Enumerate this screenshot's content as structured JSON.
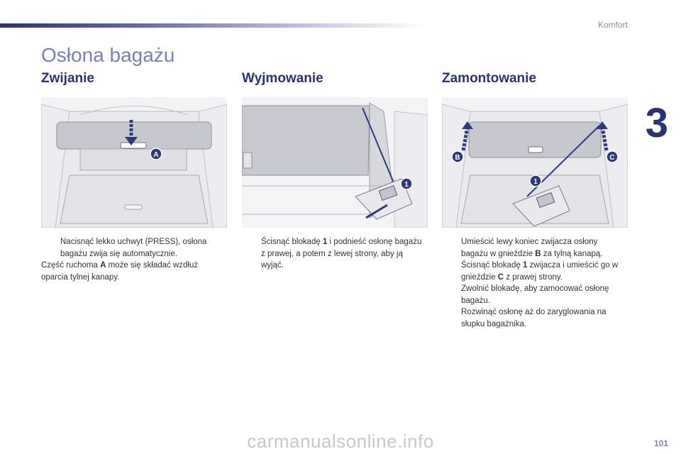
{
  "header": {
    "section": "Komfort",
    "chapter": "3"
  },
  "page": {
    "title": "Osłona bagażu",
    "number": "101"
  },
  "columns": [
    {
      "title": "Zwijanie",
      "callouts": [
        "A"
      ],
      "items": [
        {
          "type": "bullet",
          "text": "Nacisnąć lekko uchwyt (PRESS), osłona bagażu zwija się automatycznie."
        },
        {
          "type": "plain",
          "before": "Część ruchoma ",
          "key": "A",
          "after": " może się składać wzdłuż oparcia tylnej kanapy."
        }
      ]
    },
    {
      "title": "Wyjmowanie",
      "callouts": [
        "1"
      ],
      "items": [
        {
          "type": "bullet",
          "before": "Ścisnąć blokadę ",
          "key": "1",
          "after": " i podnieść osłonę bagażu z prawej, a potem z lewej strony, aby ją wyjąć."
        }
      ]
    },
    {
      "title": "Zamontowanie",
      "callouts": [
        "B",
        "C",
        "1"
      ],
      "items": [
        {
          "type": "bullet",
          "before": "Umieścić lewy koniec zwijacza osłony bagażu w gnieździe ",
          "key": "B",
          "after": " za tylną kanapą."
        },
        {
          "type": "bullet",
          "before": "Ścisnąć blokadę ",
          "key": "1",
          "after": " zwijacza i umieścić go w gnieździe ",
          "key2": "C",
          "after2": " z prawej strony."
        },
        {
          "type": "bullet",
          "text": "Zwolnić blokadę, aby zamocować osłonę bagażu."
        },
        {
          "type": "bullet",
          "text": "Rozwinąć osłonę aż do zaryglowania na słupku bagażnika."
        }
      ]
    }
  ],
  "bullet_symbol": "",
  "watermark": "carmanualsonline.info",
  "colors": {
    "accent": "#2b3270",
    "title": "#7a80b3",
    "callout": "#2f3a7a"
  }
}
